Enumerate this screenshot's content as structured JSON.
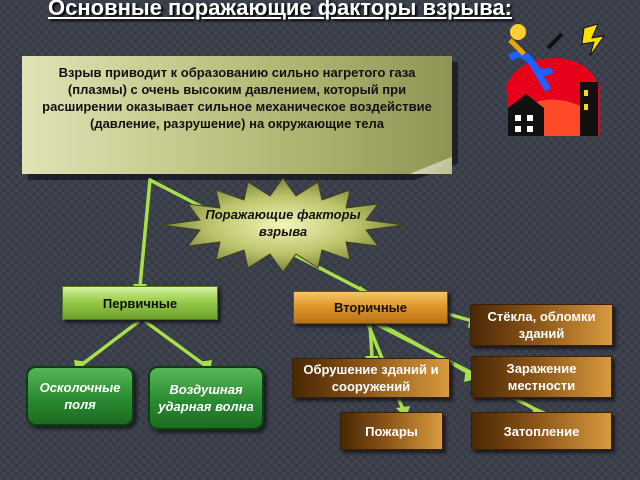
{
  "slide": {
    "title": "Основные поражающие факторы взрыва:",
    "description": "Взрыв приводит к образованию сильно нагретого газа (плазмы) с очень высоким давлением, который при расширении оказывает сильное механическое воздействие (давление, разрушение) на окружающие тела",
    "center_label": "Поражающие факторы взрыва",
    "primary": {
      "label": "Первичные",
      "children": [
        "Осколочные поля",
        "Воздушная ударная волна"
      ]
    },
    "secondary": {
      "label": "Вторичные",
      "children": [
        "Стёкла, обломки зданий",
        "Заражение местности",
        "Обрушение зданий и сооружений",
        "Пожары",
        "Затопление"
      ]
    }
  },
  "icons": [
    "explosion-icon"
  ],
  "colors": {
    "background": "#3b3f4b",
    "connector": "#a8e04a",
    "primary_box": "#96cc4a",
    "secondary_box": "#dc9327",
    "leaf_box": "#8a5417",
    "primary_leaf": "#2a8b31"
  }
}
